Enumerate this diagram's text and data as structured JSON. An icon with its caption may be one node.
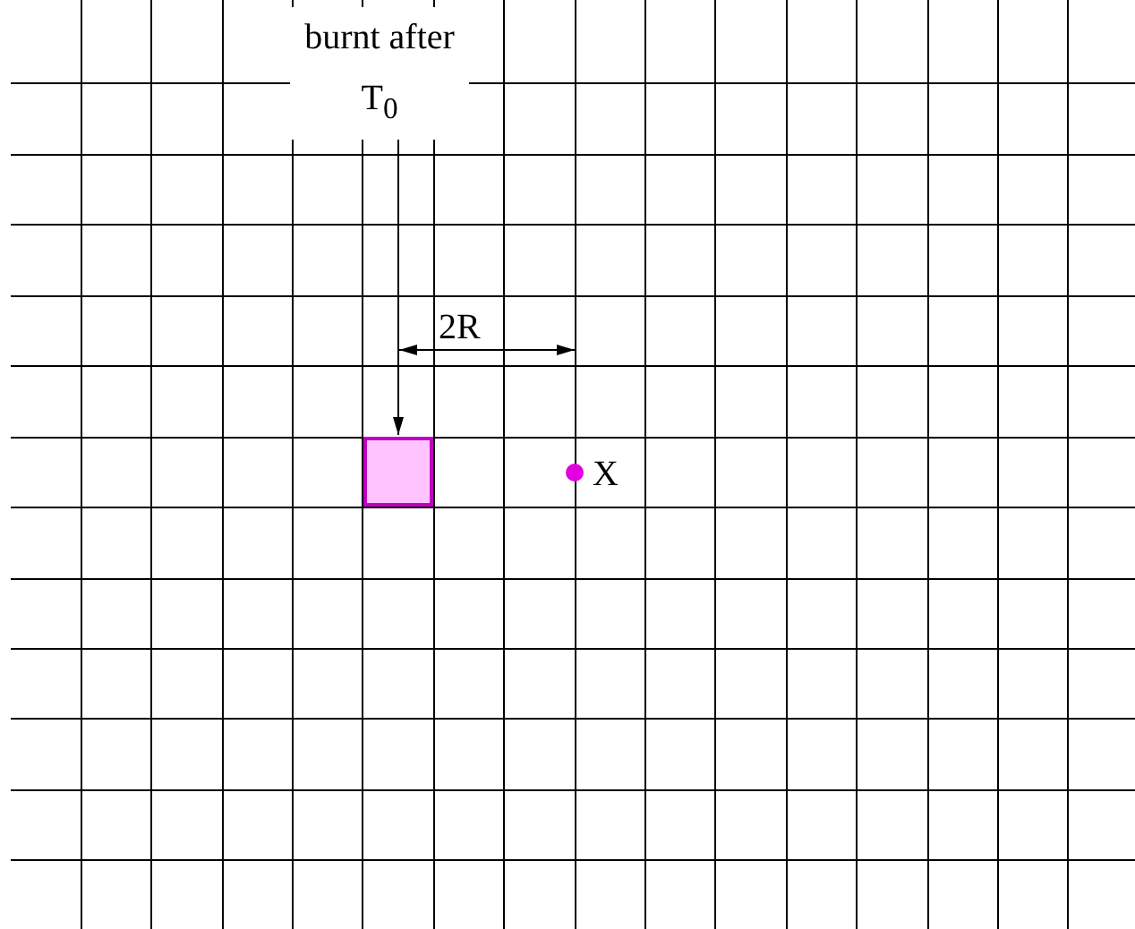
{
  "diagram": {
    "nodes": [
      {
        "text": [
          "burnt after T$_{0}$"
        ]
      },
      {
        "text": [],
        "shape": "box"
      }
    ],
    "edges": [
      {
        "from": 0,
        "to": 1,
        "arrow": "to"
      }
    ],
    "labels": [
      "2R",
      "X"
    ]
  }
}
